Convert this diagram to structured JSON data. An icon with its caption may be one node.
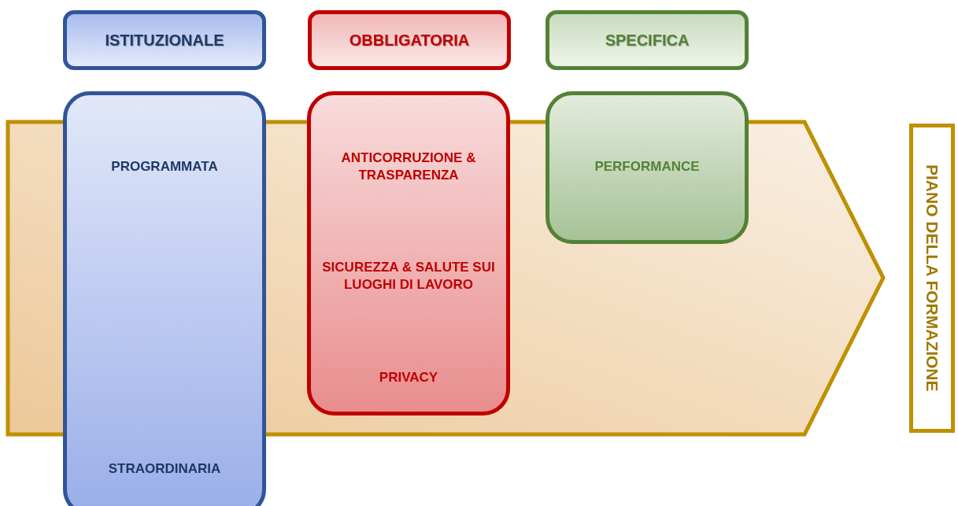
{
  "diagram": {
    "nodes": [
      {
        "text": [
          "ISTITUZIONALE"
        ]
      },
      {
        "text": [
          "OBBLIGATORIA"
        ]
      },
      {
        "text": [
          "SPECIFICA"
        ]
      },
      {
        "text": [
          "PROGRAMMATA",
          "STRAORDINARIA"
        ]
      },
      {
        "text": [
          "ANTICORRUZIONE & TRASPARENZA",
          "SICUREZZA & SALUTE SUI LUOGHI DI LAVORO",
          "PRIVACY"
        ]
      },
      {
        "text": [
          "PERFORMANCE"
        ]
      },
      {
        "text": [
          "PIANO DELLA FORMAZIONE"
        ]
      }
    ]
  }
}
